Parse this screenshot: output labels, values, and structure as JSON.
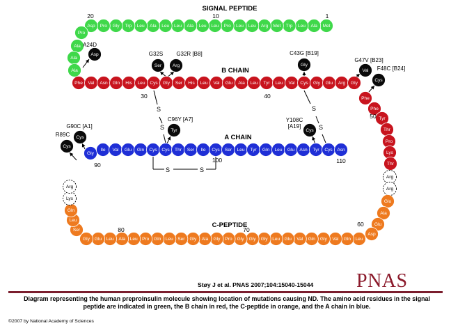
{
  "diagram": {
    "sections": {
      "signal": "SIGNAL PEPTIDE",
      "b_chain": "B CHAIN",
      "a_chain": "A CHAIN",
      "c_peptide": "C-PEPTIDE"
    },
    "colors": {
      "signal": "#3fd84a",
      "b_chain": "#c8141e",
      "a_chain": "#1f2fd6",
      "c_peptide": "#ee7a1f",
      "mutant": "#0a0a0a",
      "cleaved": "#ffffff"
    },
    "signal_peptide": [
      "Met",
      "Ala",
      "Leu",
      "Trp",
      "Met",
      "Arg",
      "Leu",
      "Leu",
      "Pro",
      "Leu",
      "Leu",
      "Ala",
      "Leu",
      "Leu",
      "Ala",
      "Leu",
      "Trp",
      "Gly",
      "Pro",
      "Asp",
      "Pro",
      "Ala",
      "Ala",
      "Ala"
    ],
    "b_chain": [
      "Phe",
      "Val",
      "Asn",
      "Gln",
      "His",
      "Leu",
      "Cys",
      "Gly",
      "Ser",
      "His",
      "Leu",
      "Val",
      "Glu",
      "Ala",
      "Leu",
      "Tyr",
      "Leu",
      "Val",
      "Cys",
      "Gly",
      "Glu",
      "Arg",
      "Gly",
      "Phe",
      "Phe",
      "Tyr",
      "Thr",
      "Pro",
      "Lys",
      "Thr"
    ],
    "c_peptide": [
      "Arg",
      "Arg",
      "Glu",
      "Ala",
      "Glu",
      "Asp",
      "Leu",
      "Gln",
      "Val",
      "Gly",
      "Gln",
      "Val",
      "Glu",
      "Leu",
      "Gly",
      "Gly",
      "Gly",
      "Pro",
      "Gly",
      "Ala",
      "Gly",
      "Ser",
      "Leu",
      "Gln",
      "Pro",
      "Leu",
      "Ala",
      "Leu",
      "Glu",
      "Gly",
      "Ser",
      "Leu",
      "Gln",
      "Lys",
      "Arg"
    ],
    "a_chain": [
      "Gly",
      "Ile",
      "Val",
      "Glu",
      "Gln",
      "Cys",
      "Cys",
      "Thr",
      "Ser",
      "Ile",
      "Cys",
      "Ser",
      "Leu",
      "Tyr",
      "Gln",
      "Leu",
      "Glu",
      "Asn",
      "Tyr",
      "Cys",
      "Asn"
    ],
    "position_numbers": {
      "signal": [
        "20",
        "10",
        "1"
      ],
      "b_chain": [
        "30",
        "40",
        "50"
      ],
      "c_peptide": [
        "60",
        "70",
        "80",
        "90"
      ],
      "a_chain": [
        "100",
        "110"
      ]
    },
    "disulfide_labels": [
      "S",
      "S",
      "S",
      "S",
      "S",
      "S"
    ],
    "mutations": [
      {
        "label": "A24D",
        "residue": "Asp"
      },
      {
        "label": "G32S",
        "residue": "Ser"
      },
      {
        "label": "G32R [B8]",
        "residue": "Arg"
      },
      {
        "label": "C43G [B19]",
        "residue": "Gly"
      },
      {
        "label": "G47V [B23]",
        "residue": "Val"
      },
      {
        "label": "F48C [B24]",
        "residue": "Cys"
      },
      {
        "label": "C96Y [A7]",
        "residue": "Tyr"
      },
      {
        "label": "Y108C\n[A19]",
        "residue": "Cys"
      },
      {
        "label": "G90C [A1]",
        "residue": "Cys"
      },
      {
        "label": "R89C",
        "residue": "Cys"
      }
    ]
  },
  "citation": "Støy J et al. PNAS 2007;104:15040-15044",
  "logo": "PNAS",
  "caption": "Diagram representing the human preproinsulin molecule showing location of mutations causing ND. The amino acid residues in the signal peptide are indicated in green, the B chain in red, the C-peptide in orange, and the A chain in blue.",
  "copyright": "©2007 by National Academy of Sciences"
}
